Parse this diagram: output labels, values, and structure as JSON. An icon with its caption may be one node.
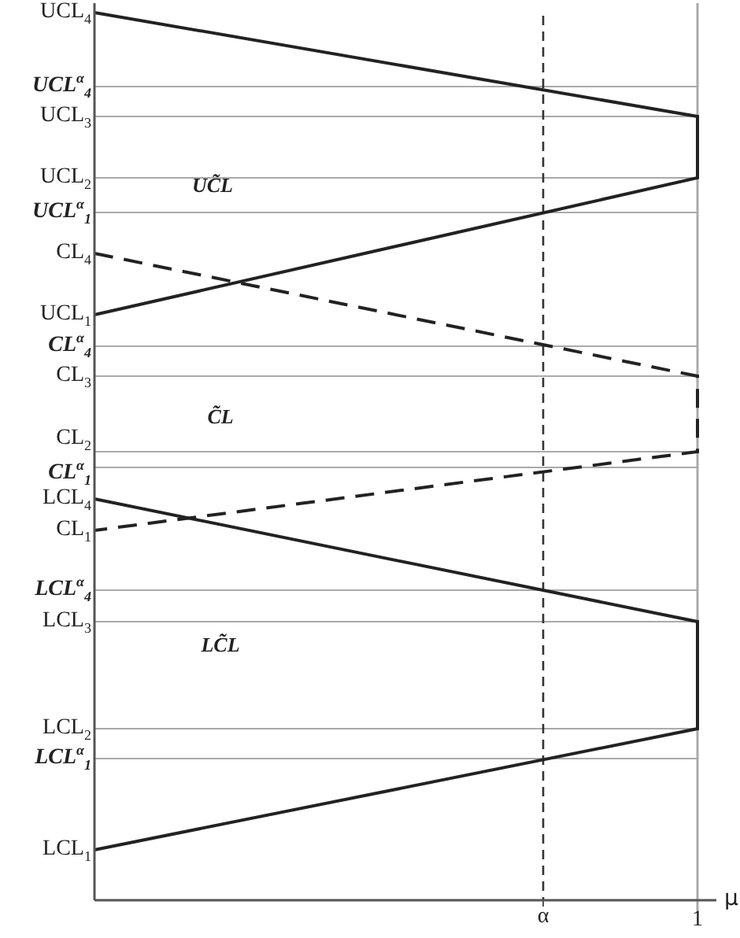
{
  "diagram": {
    "labels": [
      "UCL$_{4}$",
      "UCL$^{α}$$_{4}$",
      "UCL$_{3}$",
      "UCL$_{2}$",
      "UC̃L",
      "UCL$^{α}$$_{1}$",
      "CL$_{4}$",
      "UCL$_{1}$",
      "CL$^{α}$$_{4}$",
      "CL$_{3}$",
      "C̃L",
      "CL$_{2}$",
      "CL$^{α}$$_{1}$",
      "LCL$_{4}$",
      "CL$_{1}$",
      "LCL$^{α}$$_{4}$",
      "LCL$_{3}$",
      "LC̃L",
      "LCL$_{2}$",
      "LCL$^{α}$$_{1}$",
      "LCL$_{1}$",
      "α",
      "1",
      "μ"
    ]
  }
}
